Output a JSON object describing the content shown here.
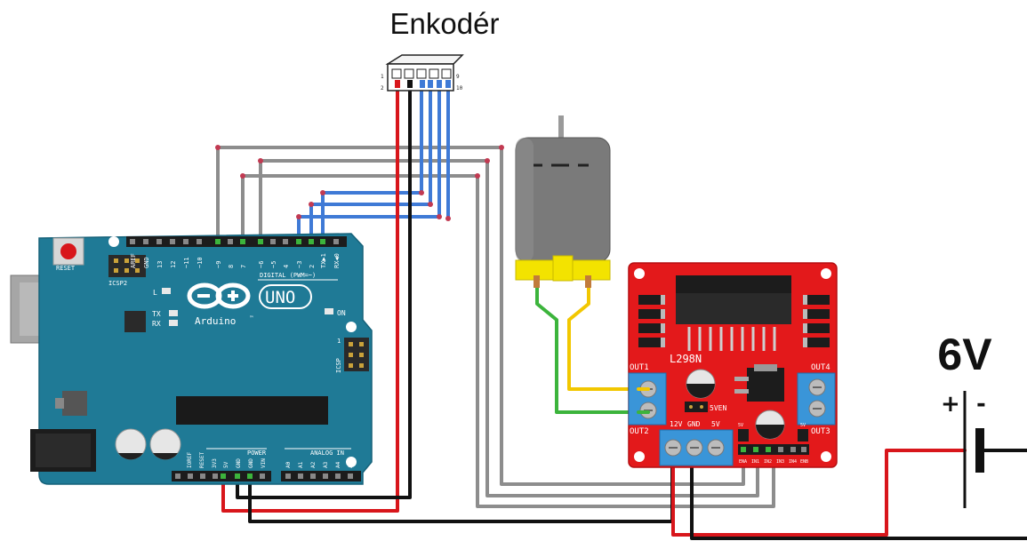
{
  "encoder": {
    "title": "Enkodér",
    "pin_left_top": "1",
    "pin_left_bottom": "2",
    "pin_right_top": "9",
    "pin_right_bottom": "10"
  },
  "battery": {
    "voltage": "6V",
    "plus": "+",
    "minus": "-"
  },
  "arduino": {
    "logo_text": "Arduino",
    "logo_tm": "™",
    "model": "UNO",
    "reset_label": "RESET",
    "icsp2_label": "ICSP2",
    "icsp_label": "ICSP",
    "icsp_pin1": "1",
    "led_l": "L",
    "led_tx": "TX",
    "led_rx": "RX",
    "on_label": "ON",
    "digital_label": "DIGITAL (PWM=~)",
    "power_label": "POWER",
    "analog_label": "ANALOG IN",
    "digital_pins": [
      "AREF",
      "GND",
      "13",
      "12",
      "~11",
      "~10",
      "~9",
      "8",
      "7",
      "~6",
      "~5",
      "4",
      "~3",
      "2",
      "TX▶1",
      "RX◀0"
    ],
    "power_pins": [
      "IOREF",
      "RESET",
      "3V3",
      "5V",
      "GND",
      "GND",
      "VIN"
    ],
    "analog_pins": [
      "A0",
      "A1",
      "A2",
      "A3",
      "A4",
      "A5"
    ]
  },
  "driver": {
    "chip": "L298N",
    "out1": "OUT1",
    "out2": "OUT2",
    "out3": "OUT3",
    "out4": "OUT4",
    "sven": "5VEN",
    "power_terminals": [
      "12V",
      "GND",
      "5V"
    ],
    "header_pins": [
      "ENA",
      "IN1",
      "IN2",
      "IN3",
      "IN4",
      "ENB"
    ],
    "small_5v_left": "5V",
    "small_5v_right": "5V"
  },
  "colors": {
    "arduino_board": "#1f7a96",
    "driver_board": "#e3191b",
    "motor_body": "#7a7a7a",
    "motor_cap": "#f3e300",
    "wire_red": "#d8161b",
    "wire_black": "#111111",
    "wire_blue": "#3f7ad6",
    "wire_gray": "#8d8d8d",
    "wire_green": "#3cb43c",
    "wire_yellow": "#f2c700",
    "terminal_blue": "#3a95d8"
  }
}
